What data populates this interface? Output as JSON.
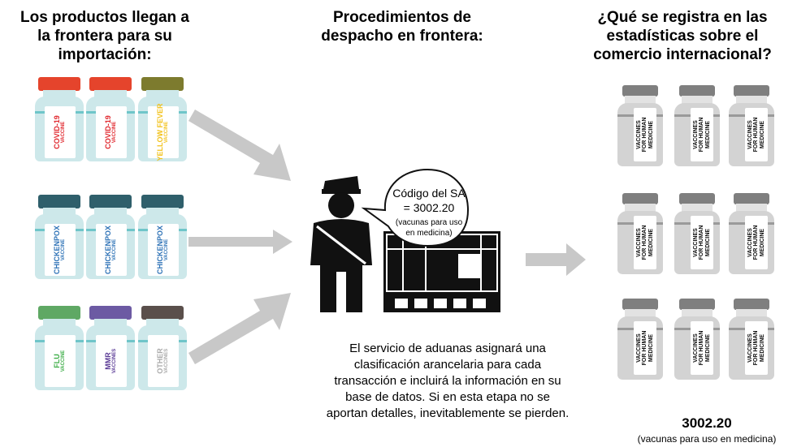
{
  "column_titles": {
    "import": [
      "Los productos llegan a",
      "la frontera para su",
      "importación:"
    ],
    "procedures": [
      "Procedimientos de",
      "despacho en frontera:"
    ],
    "recorded": [
      "¿Qué se registra en las",
      "estadísticas sobre el",
      "comercio internacional?"
    ]
  },
  "import_vials": [
    {
      "line1": "COVID-19",
      "line2": "VACCINE",
      "cap_color": "#e5442c",
      "text_color": "#e0262c",
      "body_color": "#cde8ea",
      "stripe_color": "#6fc5c9"
    },
    {
      "line1": "COVID-19",
      "line2": "VACCINE",
      "cap_color": "#e5442c",
      "text_color": "#e0262c",
      "body_color": "#cde8ea",
      "stripe_color": "#6fc5c9"
    },
    {
      "line1": "YELLOW FEVER",
      "line2": "VACCINE",
      "cap_color": "#7d7b2e",
      "text_color": "#f2c21b",
      "body_color": "#cde8ea",
      "stripe_color": "#6fc5c9"
    },
    {
      "line1": "CHICKENPOX",
      "line2": "VACCINE",
      "cap_color": "#2f5f6b",
      "text_color": "#2f73b7",
      "body_color": "#cde8ea",
      "stripe_color": "#6fc5c9"
    },
    {
      "line1": "CHICKENPOX",
      "line2": "VACCINE",
      "cap_color": "#2f5f6b",
      "text_color": "#2f73b7",
      "body_color": "#cde8ea",
      "stripe_color": "#6fc5c9"
    },
    {
      "line1": "CHICKENPOX",
      "line2": "VACCINE",
      "cap_color": "#2f5f6b",
      "text_color": "#2f73b7",
      "body_color": "#cde8ea",
      "stripe_color": "#6fc5c9"
    },
    {
      "line1": "FLU",
      "line2": "VACCINE",
      "cap_color": "#5fa864",
      "text_color": "#3fae49",
      "body_color": "#cde8ea",
      "stripe_color": "#6fc5c9"
    },
    {
      "line1": "MMR",
      "line2": "VACCINES",
      "cap_color": "#6c5aa3",
      "text_color": "#5b3b96",
      "body_color": "#cde8ea",
      "stripe_color": "#6fc5c9"
    },
    {
      "line1": "OTHER",
      "line2": "VACCINES",
      "cap_color": "#5a4f4b",
      "text_color": "#a9a9a9",
      "body_color": "#cde8ea",
      "stripe_color": "#6fc5c9"
    }
  ],
  "speech_bubble": {
    "line1": "Código del SA",
    "line2": "= 3002.20",
    "line3": "(vacunas para uso",
    "line4": "en medicina)"
  },
  "description": [
    "El servicio de aduanas asignará una",
    "clasificación arancelaria para cada",
    "transacción e incluirá la información en su",
    "base de datos. Si en esta etapa no se",
    "aportan detalles, inevitablemente se pierden."
  ],
  "recorded_vial_text": [
    "VACCINES",
    "FOR HUMAN",
    "MEDICINE"
  ],
  "recorded_count": 9,
  "hs_code": "3002.20",
  "hs_code_desc": "(vacunas para uso en medicina)",
  "colors": {
    "arrow": "#c8c8c8",
    "officer": "#111111"
  }
}
